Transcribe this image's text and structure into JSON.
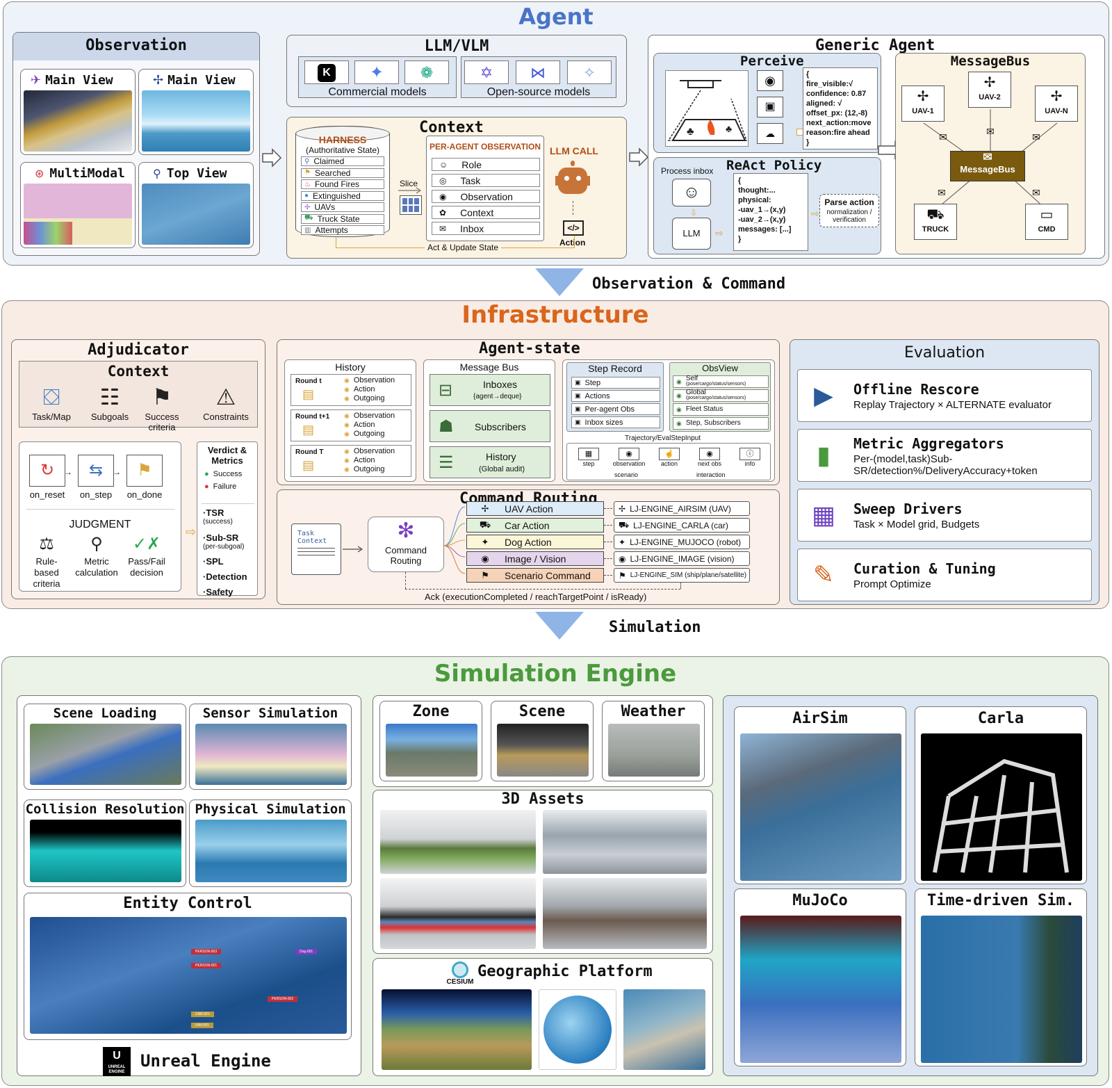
{
  "sections": {
    "agent": "Agent",
    "obs_cmd": "Observation & Command",
    "infra": "Infrastructure",
    "simulation": "Simulation",
    "engine": "Simulation Engine"
  },
  "observation": {
    "title": "Observation",
    "views": [
      "Main View",
      "Main View",
      "MultiModal",
      "Top View"
    ]
  },
  "llm": {
    "title": "LLM/VLM",
    "commercial": "Commercial models",
    "opensource": "Open-source models"
  },
  "context": {
    "title": "Context",
    "harness_title": "HARNESS",
    "harness_sub": "(Authoritative State)",
    "harness_items": [
      "Claimed",
      "Searched",
      "Found Fires",
      "Extinguished",
      "UAVs",
      "Truck State",
      "Attempts"
    ],
    "slice": "Slice",
    "per_agent": "PER-AGENT OBSERVATION",
    "pa_items": [
      "Role",
      "Task",
      "Observation",
      "Context",
      "Inbox"
    ],
    "llm_call": "LLM CALL",
    "action": "Action",
    "act_update": "Act & Update State"
  },
  "generic": {
    "title": "Generic Agent",
    "perceive": "Perceive",
    "perceive_json": [
      "{",
      "fire_visible:√",
      "confidence:  0.87",
      "aligned:  √",
      "offset_px:  (12,-8)",
      "next_action:move",
      "reason:fire ahead",
      "}"
    ],
    "react": "ReAct Policy",
    "process_inbox": "Process inbox",
    "llm": "LLM",
    "react_json": [
      "{",
      "thought:...",
      "physical:",
      "-uav_1→(x,y)",
      "-uav_2→(x,y)",
      "messages: [...]",
      "}"
    ],
    "parse": "Parse action",
    "parse_sub": "normalization / verification",
    "msgbus_title": "MessageBus",
    "msgbus": "MessageBus",
    "nodes": [
      "UAV-1",
      "UAV-2",
      "UAV-N",
      "TRUCK",
      "CMD"
    ]
  },
  "adjudicator": {
    "title": "Adjudicator",
    "context": "Context",
    "ctx_items": [
      "Task/Map",
      "Subgoals",
      "Success criteria",
      "Constraints"
    ],
    "hooks": [
      "on_reset",
      "on_step",
      "on_done"
    ],
    "judgment": "JUDGMENT",
    "judg_items": [
      "Rule-based criteria",
      "Metric calculation",
      "Pass/Fail decision"
    ],
    "verdict": "Verdict & Metrics",
    "success": "Success",
    "failure": "Failure",
    "metrics": [
      {
        "m": "·TSR",
        "s": "(success)"
      },
      {
        "m": "·Sub-SR",
        "s": "(per-subgoal)"
      },
      {
        "m": "·SPL",
        "s": ""
      },
      {
        "m": "·Detection",
        "s": ""
      },
      {
        "m": "·Safety",
        "s": ""
      }
    ]
  },
  "agent_state": {
    "title": "Agent-state",
    "history": "History",
    "rounds": [
      "Round t",
      "Round t+1",
      "Round T"
    ],
    "round_items": [
      "Observation",
      "Action",
      "Outgoing"
    ],
    "msgbus": "Message Bus",
    "inboxes": "Inboxes",
    "inboxes_sub": "{agent→deque}",
    "subscribers": "Subscribers",
    "hist": "History",
    "hist_sub": "(Global audit)",
    "step_record": "Step Record",
    "sr_items": [
      "Step",
      "Actions",
      "Per-agent Obs",
      "Inbox sizes"
    ],
    "obsview": "ObsView",
    "ov_items": [
      {
        "t": "Self",
        "s": "(pose/cargo/status/sensors)"
      },
      {
        "t": "Global",
        "s": "(pose/cargo/status/sensors)"
      },
      {
        "t": "Fleet Status",
        "s": ""
      },
      {
        "t": "Step, Subscribers",
        "s": ""
      }
    ],
    "traj": "Trajectory/EvalStepInput",
    "traj_items": [
      "step",
      "observation",
      "action",
      "next obs",
      "info"
    ],
    "traj_sub": [
      "scenario",
      "interaction"
    ]
  },
  "routing": {
    "title": "Command Routing",
    "task_ctx": "Task Context",
    "router": "Command Routing",
    "cmds": [
      "UAV Action",
      "Car Action",
      "Dog Action",
      "Image / Vision",
      "Scenario Command"
    ],
    "cmd_colors": [
      "#dcecf8",
      "#e2f1dc",
      "#fbf6d8",
      "#e4d5ec",
      "#f6d2b8"
    ],
    "engines": [
      "LJ-ENGINE_AIRSIM  (UAV)",
      "LJ-ENGINE_CARLA  (car)",
      "LJ-ENGINE_MUJOCO  (robot)",
      "LJ-ENGINE_IMAGE  (vision)",
      "LJ-ENGINE_SIM (ship/plane/satellite)"
    ],
    "ack": "Ack  (executionCompleted / reachTargetPoint / isReady)"
  },
  "evaluation": {
    "title": "Evaluation",
    "items": [
      {
        "t": "Offline Rescore",
        "s": "Replay Trajectory × ALTERNATE evaluator"
      },
      {
        "t": "Metric Aggregators",
        "s": "Per-(model,task)Sub-SR/detection%/DeliveryAccuracy+token"
      },
      {
        "t": "Sweep Drivers",
        "s": "Task × Model grid, Budgets"
      },
      {
        "t": "Curation & Tuning",
        "s": "Prompt Optimize"
      }
    ]
  },
  "sim": {
    "panels": [
      "Scene Loading",
      "Sensor Simulation",
      "Collision Resolution",
      "Physical Simulation",
      "Entity Control"
    ],
    "unreal": "Unreal Engine",
    "unreal_logo": "UNREAL ENGINE",
    "zsw": [
      "Zone",
      "Scene",
      "Weather"
    ],
    "assets": "3D Assets",
    "geo": "Geographic Platform",
    "cesium": "CESIUM",
    "entity_labels": [
      "PERSON-003",
      "PERSON-001",
      "Dog-001",
      "PERSON-002",
      "CAR-001",
      "UAV-001"
    ],
    "engines": [
      "AirSim",
      "Carla",
      "MuJoCo",
      "Time-driven Sim."
    ]
  },
  "colors": {
    "agent_title": "#4a74c8",
    "infra_title": "#d8661c",
    "engine_title": "#4b9a3d",
    "agent_bg": "#eef3f9",
    "infra_bg": "#f9ece4",
    "engine_bg": "#eaf3e6"
  }
}
